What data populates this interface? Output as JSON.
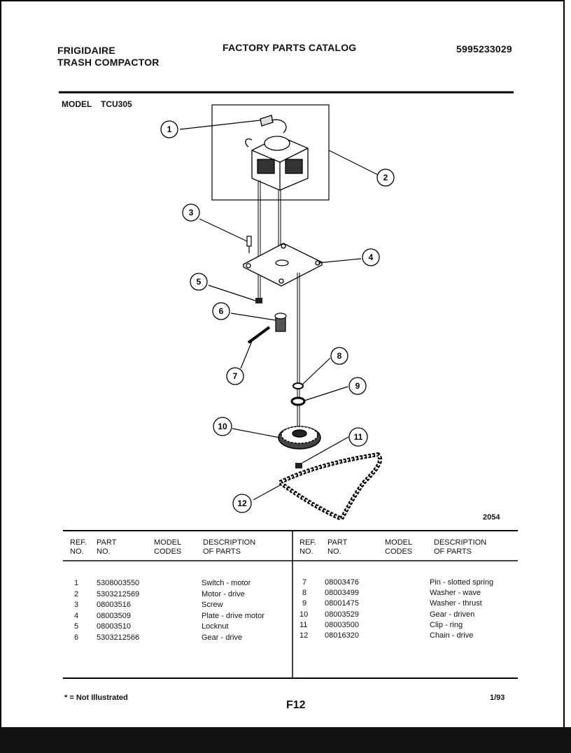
{
  "header": {
    "brand": "FRIGIDAIRE",
    "product": "TRASH COMPACTOR",
    "title": "FACTORY PARTS CATALOG",
    "catalog_number": "5995233029"
  },
  "model": {
    "label": "MODEL",
    "value": "TCU305"
  },
  "figure": {
    "callouts": [
      "1",
      "2",
      "3",
      "4",
      "5",
      "6",
      "7",
      "8",
      "9",
      "10",
      "11",
      "12"
    ],
    "diagram_code": "2054"
  },
  "table": {
    "columns": {
      "ref_line1": "REF.",
      "ref_line2": "NO.",
      "part_line1": "PART",
      "part_line2": "NO.",
      "model_line1": "MODEL",
      "model_line2": "CODES",
      "desc_line1": "DESCRIPTION",
      "desc_line2": "OF PARTS"
    },
    "left_rows": [
      {
        "ref": "1",
        "part": "5308003550",
        "code": "",
        "desc": "Switch - motor"
      },
      {
        "ref": "2",
        "part": "5303212569",
        "code": "",
        "desc": "Motor - drive"
      },
      {
        "ref": "3",
        "part": "08003516",
        "code": "",
        "desc": "Screw"
      },
      {
        "ref": "4",
        "part": "08003509",
        "code": "",
        "desc": "Plate - drive motor"
      },
      {
        "ref": "5",
        "part": "08003510",
        "code": "",
        "desc": "Locknut"
      },
      {
        "ref": "6",
        "part": "5303212566",
        "code": "",
        "desc": "Gear - drive"
      }
    ],
    "right_rows": [
      {
        "ref": "7",
        "part": "08003476",
        "code": "",
        "desc": "Pin - slotted spring"
      },
      {
        "ref": "8",
        "part": "08003499",
        "code": "",
        "desc": "Washer - wave"
      },
      {
        "ref": "9",
        "part": "08001475",
        "code": "",
        "desc": "Washer - thrust"
      },
      {
        "ref": "10",
        "part": "08003529",
        "code": "",
        "desc": "Gear - driven"
      },
      {
        "ref": "11",
        "part": "08003500",
        "code": "",
        "desc": "Clip - ring"
      },
      {
        "ref": "12",
        "part": "08016320",
        "code": "",
        "desc": "Chain - drive"
      }
    ]
  },
  "footer": {
    "note": "* = Not Illustrated",
    "page": "F12",
    "date": "1/93"
  }
}
